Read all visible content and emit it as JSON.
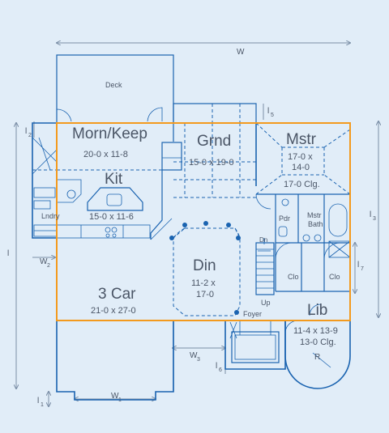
{
  "dimensions": {
    "W": "W",
    "l": "l",
    "l1": "l",
    "l1_sub": "1",
    "l2": "l",
    "l2_sub": "2",
    "l3": "l",
    "l3_sub": "3",
    "l5": "l",
    "l5_sub": "5",
    "l6": "l",
    "l6_sub": "6",
    "l7": "l",
    "l7_sub": "7",
    "W1": "W",
    "W1_sub": "1",
    "W2": "W",
    "W2_sub": "2",
    "W3": "W",
    "W3_sub": "3",
    "R": "R"
  },
  "rooms": {
    "deck": "Deck",
    "morn_keep_name": "Morn/Keep",
    "morn_keep_size": "20-0 x 11-8",
    "grnd_name": "Grnd",
    "grnd_size": "15-0 x 19-0",
    "mstr_name": "Mstr",
    "mstr_size1": "17-0 x",
    "mstr_size2": "14-0",
    "mstr_clg": "17-0 Clg.",
    "kit_name": "Kit",
    "kit_size": "15-0 x 11-6",
    "lndry": "Lndry",
    "pdr": "Pdr",
    "mstr_bath1": "Mstr",
    "mstr_bath2": "Bath",
    "dn": "Dn",
    "clo1": "Clo",
    "clo2": "Clo",
    "up": "Up",
    "din_name": "Din",
    "din_size1": "11-2 x",
    "din_size2": "17-0",
    "car_name": "3 Car",
    "car_size": "21-0 x 27-0",
    "foyer": "Foyer",
    "lib_name": "Lib",
    "lib_size": "11-4 x 13-9",
    "lib_clg": "13-0 Clg."
  },
  "colors": {
    "background": "#e1edf8",
    "walls": "#1a63b0",
    "footprint_outline": "#f39a1e",
    "dimension_lines": "#7a8ea6",
    "text": "#4a5566"
  }
}
